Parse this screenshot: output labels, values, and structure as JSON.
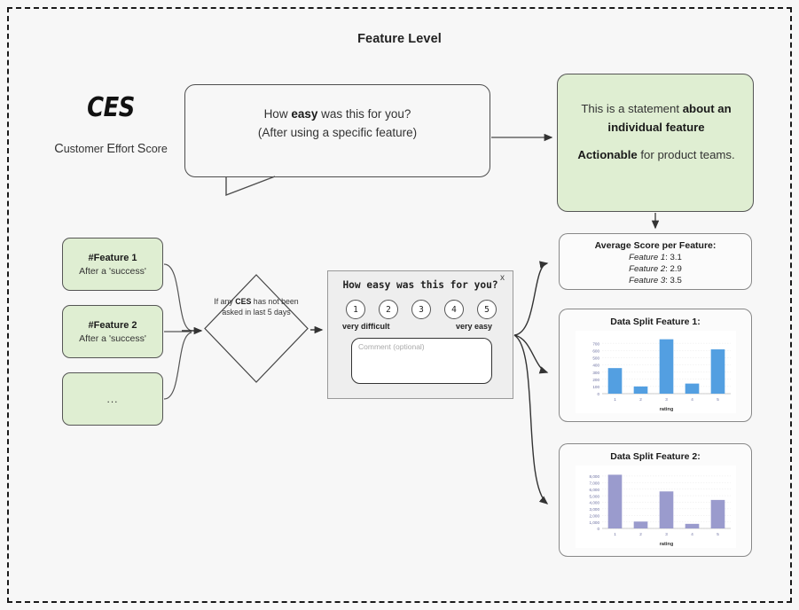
{
  "page": {
    "title": "Feature Level",
    "background": "#f7f7f7",
    "border_color": "#1a1a1a"
  },
  "logo": {
    "acronym": "CES",
    "subtitle_parts": [
      "C",
      "ustomer ",
      "E",
      "ffort ",
      "S",
      "core"
    ],
    "subtitle_full": "Customer Effort Score"
  },
  "speech_bubble": {
    "line1_pre": "How ",
    "line1_bold": "easy",
    "line1_post": " was this for you?",
    "line2": "(After using a specific feature)"
  },
  "statement_box": {
    "line1_pre": "This is a statement ",
    "line1_bold": "about an individual feature",
    "line2_bold": "Actionable",
    "line2_post": " for product teams.",
    "fill": "#dfeed2"
  },
  "features": [
    {
      "title": "#Feature 1",
      "subtitle": "After a 'success'"
    },
    {
      "title": "#Feature 2",
      "subtitle": "After a 'success'"
    },
    {
      "title": "",
      "subtitle": "..."
    }
  ],
  "decision": {
    "text_pre": "If any ",
    "text_bold": "CES",
    "text_post": " has not been asked in last 5 days"
  },
  "survey": {
    "close_label": "x",
    "question": "How easy was this for you?",
    "ratings": [
      "1",
      "2",
      "3",
      "4",
      "5"
    ],
    "low_label": "very difficult",
    "high_label": "very easy",
    "comment_placeholder": "Comment (optional)"
  },
  "average_score": {
    "title": "Average Score per Feature:",
    "rows": [
      {
        "label": "Feature 1",
        "value": "3.1"
      },
      {
        "label": "Feature 2",
        "value": "2.9"
      },
      {
        "label": "Feature 3",
        "value": "3.5"
      }
    ]
  },
  "chart_data": [
    {
      "type": "bar",
      "title": "Data Split Feature 1:",
      "categories": [
        "1",
        "2",
        "3",
        "4",
        "5"
      ],
      "values": [
        355,
        100,
        755,
        140,
        615
      ],
      "xlabel": "rating",
      "ylabel": "",
      "ylim": [
        0,
        800
      ],
      "yticks": [
        0,
        100,
        200,
        300,
        400,
        500,
        600,
        700
      ],
      "ytick_labels": [
        "0",
        "100",
        "200",
        "300",
        "400",
        "500",
        "600",
        "700"
      ],
      "bar_color": "#539fe1",
      "grid": true,
      "legend": "none"
    },
    {
      "type": "bar",
      "title": "Data Split Feature 2:",
      "categories": [
        "1",
        "2",
        "3",
        "4",
        "5"
      ],
      "values": [
        8200,
        1050,
        5650,
        700,
        4350
      ],
      "xlabel": "rating",
      "ylabel": "",
      "ylim": [
        0,
        8800
      ],
      "yticks": [
        0,
        1000,
        2000,
        3000,
        4000,
        5000,
        6000,
        7000,
        8000
      ],
      "ytick_labels": [
        "0",
        "1,000",
        "2,000",
        "3,000",
        "4,000",
        "5,000",
        "6,000",
        "7,000",
        "8,000"
      ],
      "xlabel_2": "rating",
      "bar_color": "#9a9bcd",
      "grid": true,
      "legend": "none"
    }
  ]
}
